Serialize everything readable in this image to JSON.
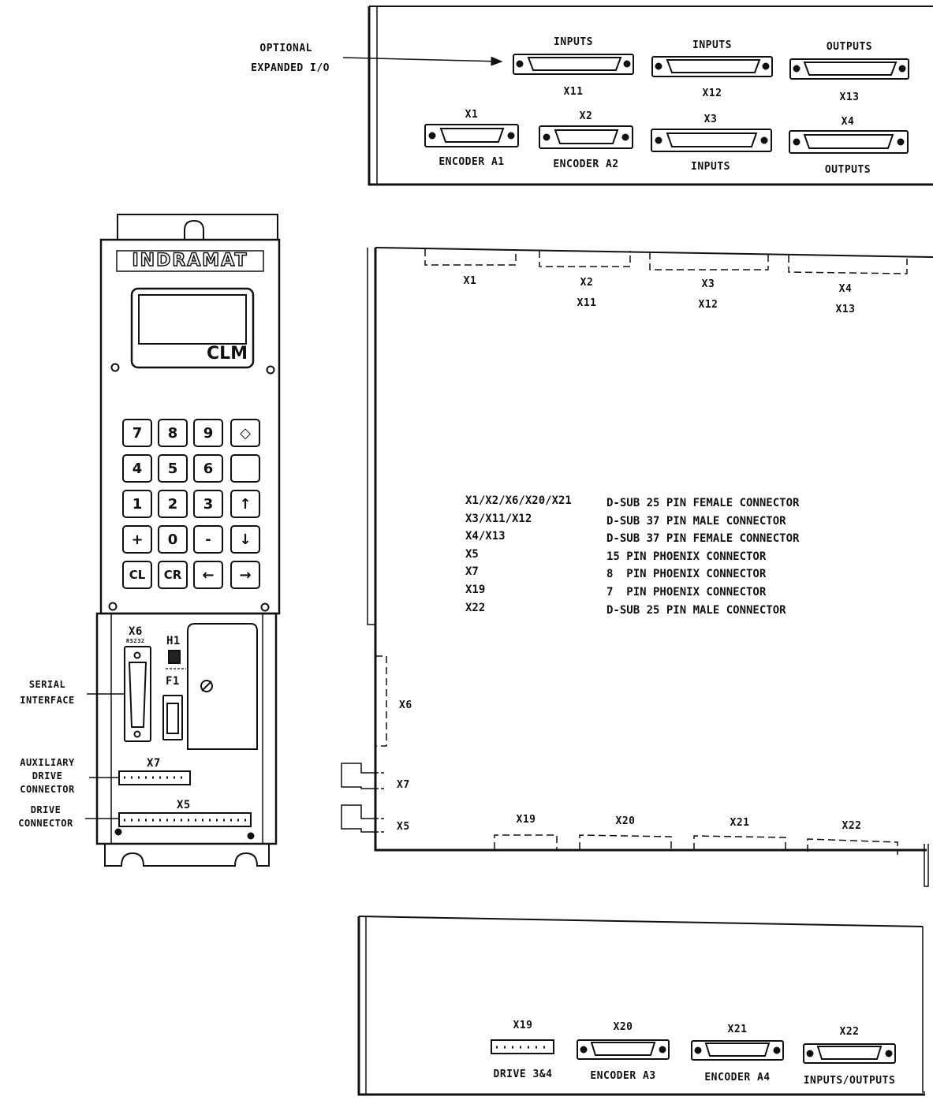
{
  "top_panel": {
    "arrow_label": [
      "OPTIONAL",
      "EXPANDED I/O"
    ],
    "row1": [
      {
        "top": "INPUTS",
        "bottom": "X11"
      },
      {
        "top": "INPUTS",
        "bottom": "X12"
      },
      {
        "top": "OUTPUTS",
        "bottom": "X13"
      }
    ],
    "row2": [
      {
        "top": "X1",
        "bottom": "ENCODER A1"
      },
      {
        "top": "X2",
        "bottom": "ENCODER A2"
      },
      {
        "top": "X3",
        "bottom": "INPUTS"
      },
      {
        "top": "X4",
        "bottom": "OUTPUTS"
      }
    ]
  },
  "front_panel": {
    "brand": "INDRAMAT",
    "display_text": "CLM",
    "keypad": [
      [
        "7",
        "8",
        "9",
        "◇"
      ],
      [
        "4",
        "5",
        "6",
        ""
      ],
      [
        "1",
        "2",
        "3",
        "↑"
      ],
      [
        "+",
        "0",
        "-",
        "↓"
      ],
      [
        "CL",
        "CR",
        "←",
        "→"
      ]
    ],
    "x6_label": "X6",
    "x6_sub": "RS232",
    "h1_label": "H1",
    "f1_label": "F1",
    "x7_label": "X7",
    "x5_label": "X5",
    "side_labels": {
      "serial": [
        "SERIAL",
        "INTERFACE"
      ],
      "auxiliary": [
        "AUXILIARY",
        "DRIVE",
        "CONNECTOR"
      ],
      "drive": [
        "DRIVE",
        "CONNECTOR"
      ]
    }
  },
  "middle_panel": {
    "top_labels": [
      {
        "a": "X1",
        "b": ""
      },
      {
        "a": "X2",
        "b": "X11"
      },
      {
        "a": "X3",
        "b": "X12"
      },
      {
        "a": "X4",
        "b": "X13"
      }
    ],
    "left_labels": [
      "X6",
      "X7",
      "X5"
    ],
    "bottom_labels": [
      "X19",
      "X20",
      "X21",
      "X22"
    ],
    "legend": [
      {
        "id": "X1/X2/X6/X20/X21",
        "desc": "D-SUB 25 PIN FEMALE CONNECTOR"
      },
      {
        "id": "X3/X11/X12",
        "desc": "D-SUB 37 PIN MALE CONNECTOR"
      },
      {
        "id": "X4/X13",
        "desc": "D-SUB 37 PIN FEMALE CONNECTOR"
      },
      {
        "id": "X5",
        "desc": "15 PIN PHOENIX CONNECTOR"
      },
      {
        "id": "X7",
        "desc": "8  PIN PHOENIX CONNECTOR"
      },
      {
        "id": "X19",
        "desc": "7  PIN PHOENIX CONNECTOR"
      },
      {
        "id": "X22",
        "desc": "D-SUB 25 PIN MALE CONNECTOR"
      }
    ]
  },
  "bottom_panel": {
    "connectors": [
      {
        "top": "X19",
        "bottom": "DRIVE 3&4"
      },
      {
        "top": "X20",
        "bottom": "ENCODER A3"
      },
      {
        "top": "X21",
        "bottom": "ENCODER A4"
      },
      {
        "top": "X22",
        "bottom": "INPUTS/OUTPUTS"
      }
    ]
  }
}
